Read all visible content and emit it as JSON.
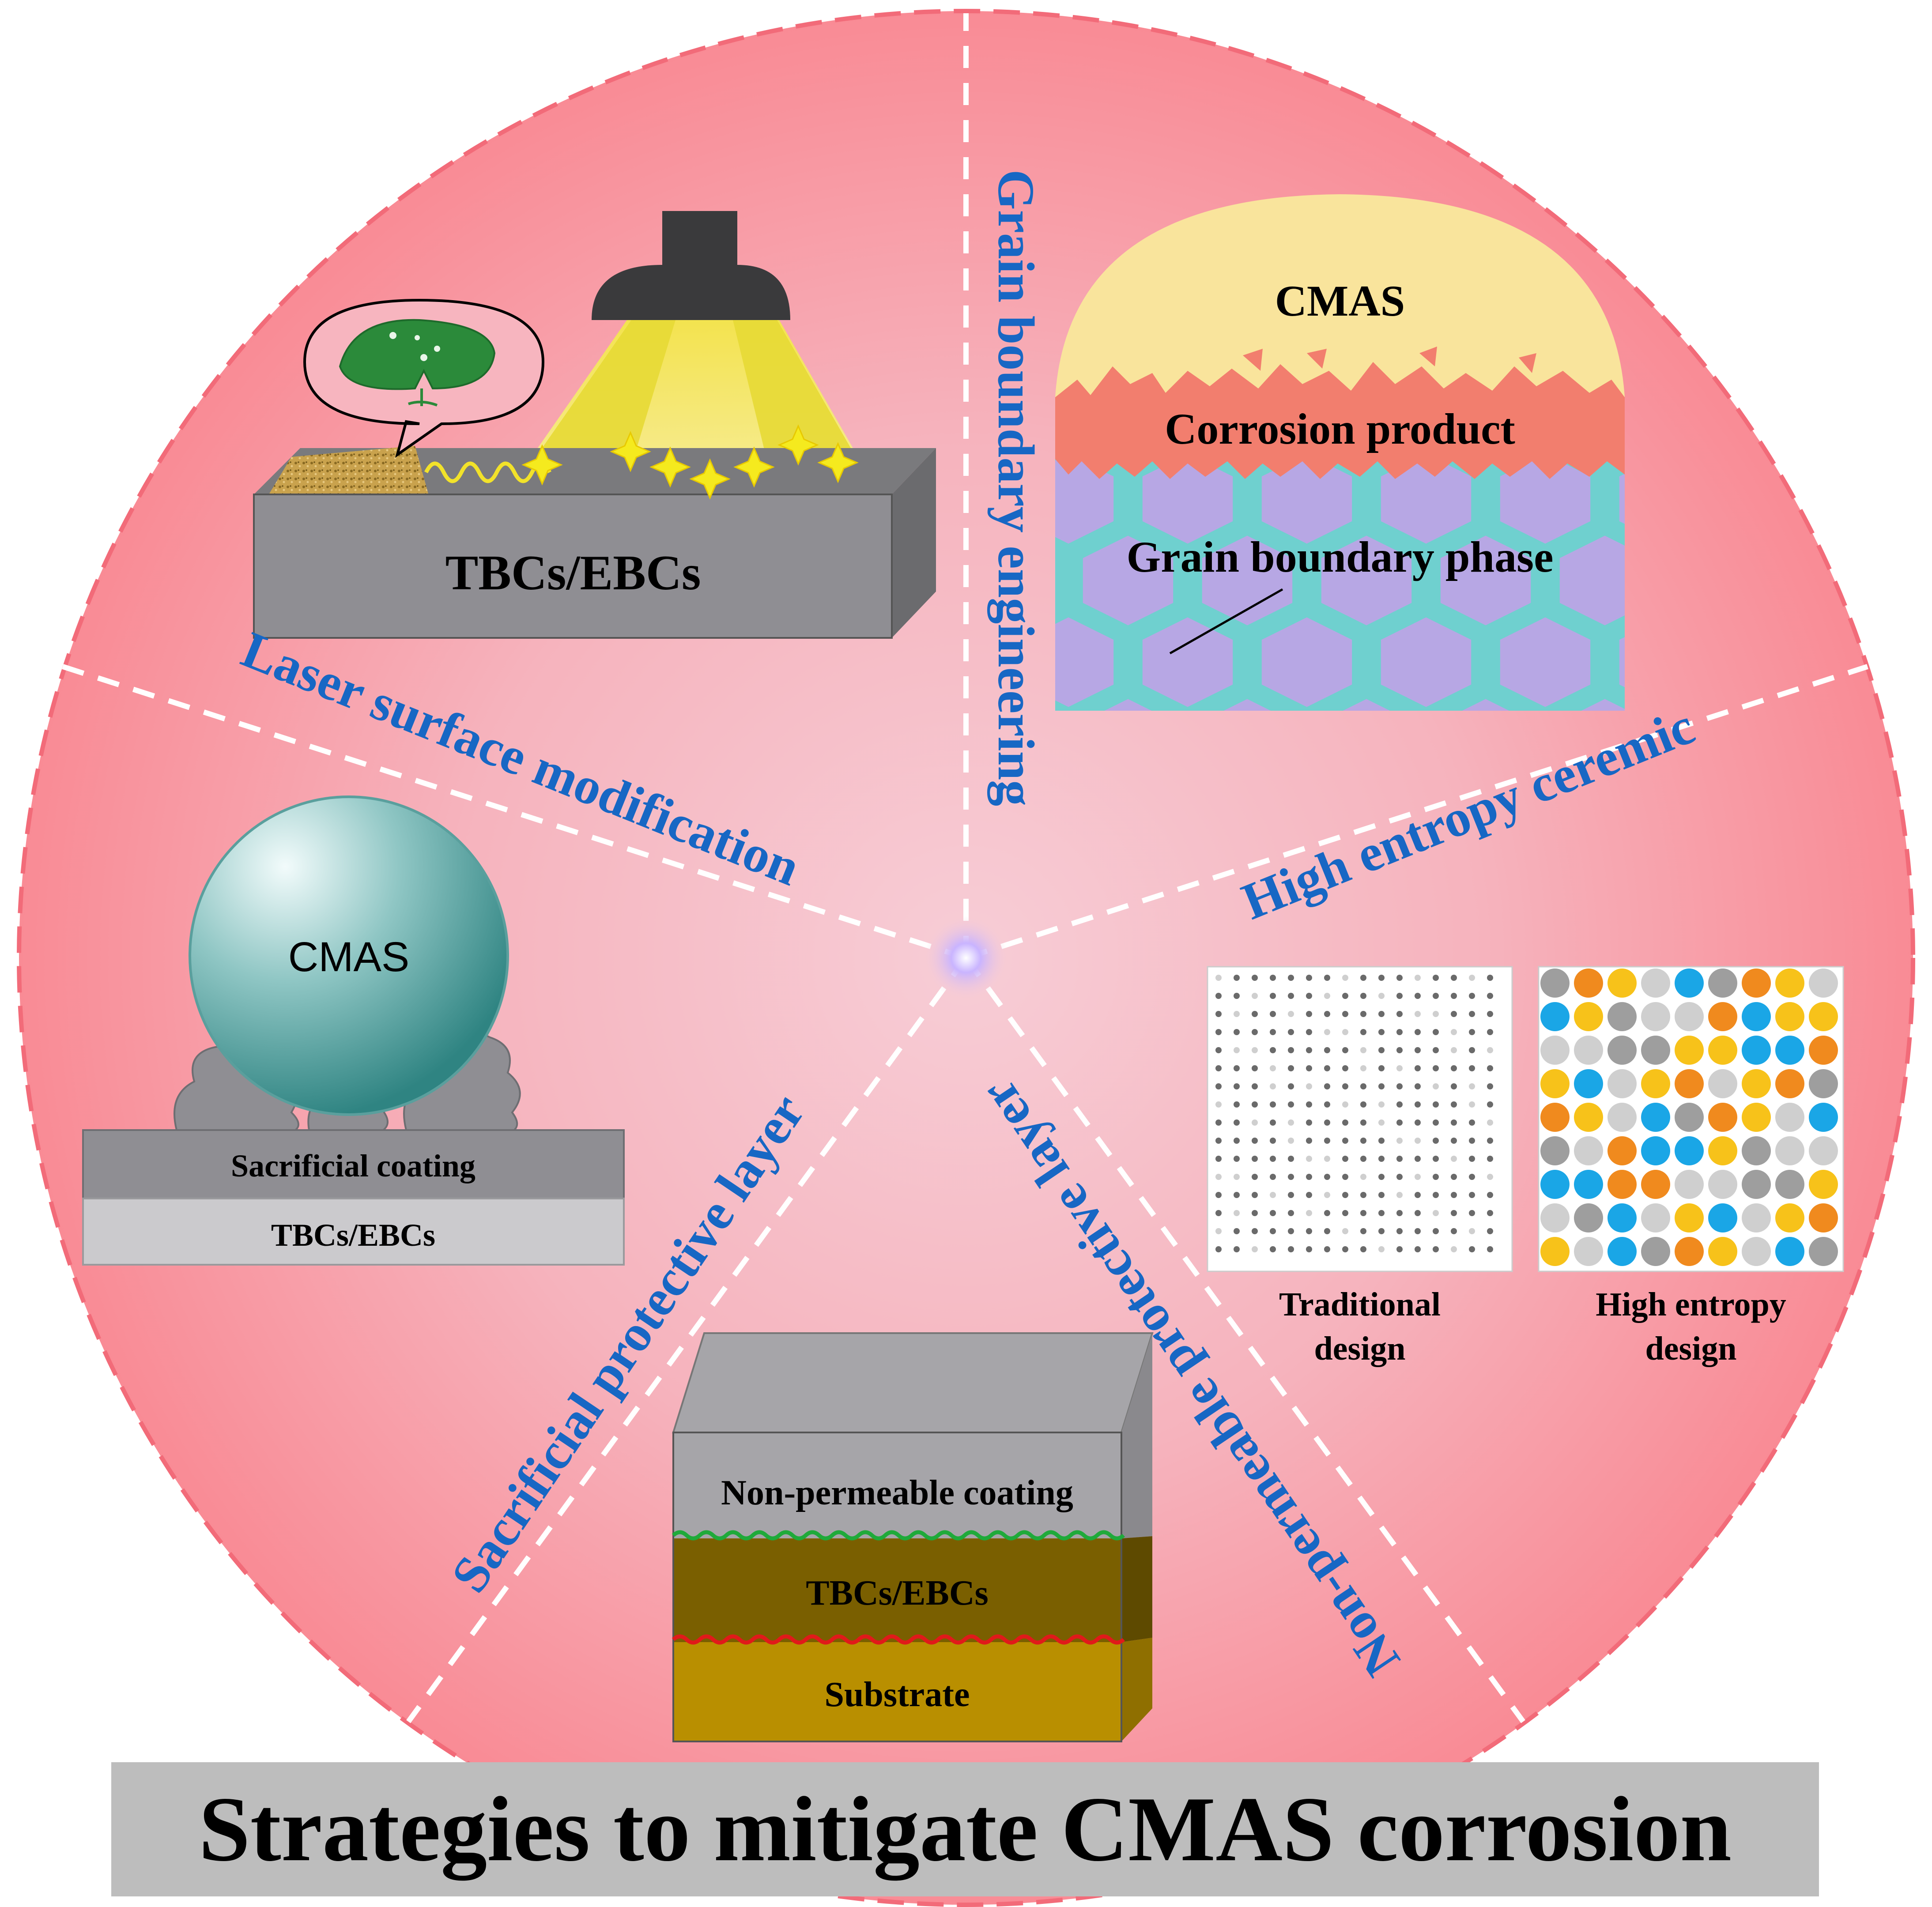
{
  "title": "Strategies to mitigate CMAS corrosion",
  "colors": {
    "disk_outer": "#f98b95",
    "disk_inner": "#f7c6d0",
    "strategy_text": "#1767c4",
    "cmas_yellow": "#f9e49c",
    "corrosion_red": "#f27e6e",
    "grain_purple": "#b7a7e4",
    "grain_boundary_teal": "#6fd0cf",
    "coating_gray": "#a6a5a9",
    "tbc_brown": "#7a5f00",
    "substrate_gold": "#b98f00"
  },
  "strategies": {
    "grain_boundary": "Grain boundary engineering",
    "laser": "Laser surface modification",
    "high_entropy": "High entropy ceremic",
    "non_permeable": "Non-permeable protective layer",
    "sacrificial": "Sacrificial protective layer"
  },
  "laser_panel": {
    "block_label": "TBCs/EBCs",
    "icons": [
      "lamp-icon",
      "lotus-leaf-icon",
      "speech-bubble-icon",
      "spark-icon"
    ]
  },
  "grain_panel": {
    "cmas_label": "CMAS",
    "corrosion_label": "Corrosion product",
    "grain_phase_label": "Grain boundary phase"
  },
  "sacrificial_panel": {
    "cmas_label": "CMAS",
    "coating_label": "Sacrificial coating",
    "tbc_label": "TBCs/EBCs"
  },
  "non_permeable_panel": {
    "coating_label": "Non-permeable coating",
    "tbc_label": "TBCs/EBCs",
    "substrate_label": "Substrate"
  },
  "high_entropy_panel": {
    "traditional_label_1": "Traditional",
    "traditional_label_2": "design",
    "high_entropy_label_1": "High entropy",
    "high_entropy_label_2": "design",
    "palette": [
      "#9e9e9e",
      "#f7c21a",
      "#1aa6e6",
      "#f08a1e",
      "#cfcfcf"
    ]
  }
}
